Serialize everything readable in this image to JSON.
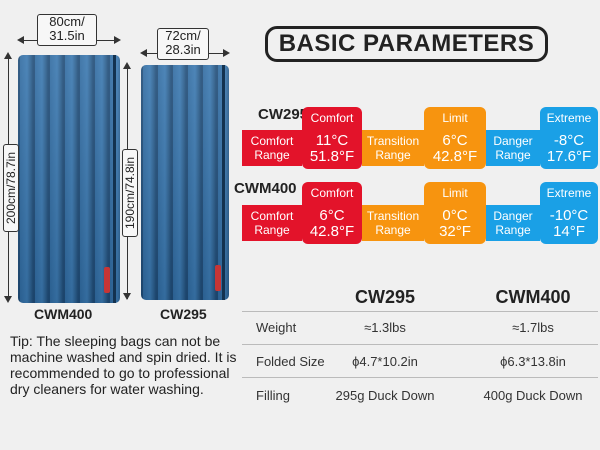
{
  "bags": {
    "left": {
      "width_label_1": "80cm/",
      "width_label_2": "31.5in",
      "length_label": "200cm/78.7in",
      "name": "CWM400"
    },
    "right": {
      "width_label_1": "72cm/",
      "width_label_2": "28.3in",
      "length_label": "190cm/74.8in",
      "name": "CW295"
    }
  },
  "tip": "Tip: The sleeping bags can not be machine washed and spin dried. It is recommended to go to professional dry cleaners for water washing.",
  "title": "BASIC PARAMETERS",
  "temp_rows": [
    {
      "model": "CW295",
      "comfort_head": "Comfort",
      "comfort_range": "Comfort\nRange",
      "comfort_val_c": "11°C",
      "comfort_val_f": "51.8°F",
      "transition": "Transition\nRange",
      "limit_head": "Limit",
      "limit_val_c": "6°C",
      "limit_val_f": "42.8°F",
      "danger": "Danger\nRange",
      "extreme_head": "Extreme",
      "extreme_val_c": "-8°C",
      "extreme_val_f": "17.6°F"
    },
    {
      "model": "CWM400",
      "comfort_head": "Comfort",
      "comfort_range": "Comfort\nRange",
      "comfort_val_c": "6°C",
      "comfort_val_f": "42.8°F",
      "transition": "Transition\nRange",
      "limit_head": "Limit",
      "limit_val_c": "0°C",
      "limit_val_f": "32°F",
      "danger": "Danger\nRange",
      "extreme_head": "Extreme",
      "extreme_val_c": "-10°C",
      "extreme_val_f": "14°F"
    }
  ],
  "table": {
    "headers": [
      "CW295",
      "CWM400"
    ],
    "rows": [
      {
        "label": "Weight",
        "cw295": "≈1.3lbs",
        "cwm400": "≈1.7lbs"
      },
      {
        "label": "Folded Size",
        "cw295": "ϕ4.7*10.2in",
        "cwm400": "ϕ6.3*13.8in"
      },
      {
        "label": "Filling",
        "cw295": "295g Duck Down",
        "cwm400": "400g Duck Down"
      }
    ]
  },
  "colors": {
    "comfort": "#e3132a",
    "limit": "#f7940f",
    "extreme": "#1aa0e6",
    "bag": "#2a5d8c"
  }
}
